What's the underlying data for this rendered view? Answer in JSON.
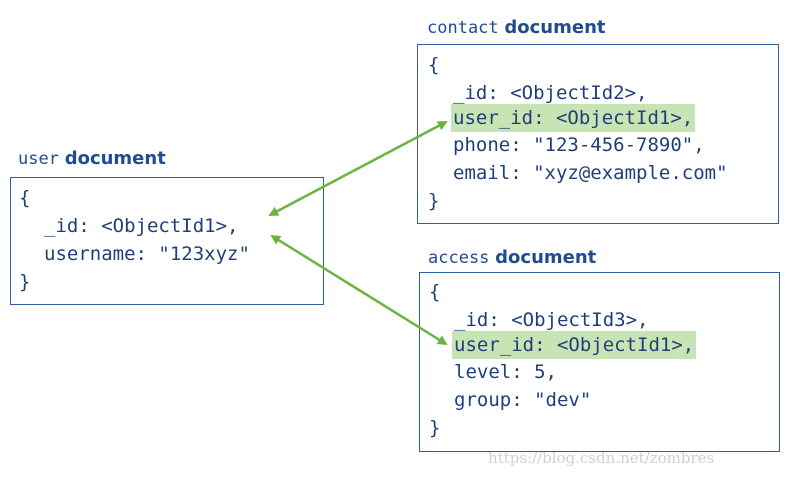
{
  "user_doc": {
    "title_kw": "user",
    "title_word": "document",
    "brace_open": "{",
    "lines": [
      "_id: <ObjectId1>,",
      "username: \"123xyz\""
    ],
    "brace_close": "}"
  },
  "contact_doc": {
    "title_kw": "contact",
    "title_word": "document",
    "brace_open": "{",
    "lines": [
      "_id: <ObjectId2>,",
      "user_id: <ObjectId1>,",
      "phone: \"123-456-7890\",",
      "email: \"xyz@example.com\""
    ],
    "brace_close": "}"
  },
  "access_doc": {
    "title_kw": "access",
    "title_word": "document",
    "brace_open": "{",
    "lines": [
      "_id: <ObjectId3>,",
      "user_id: <ObjectId1>,",
      "level: 5,",
      "group: \"dev\""
    ],
    "brace_close": "}"
  },
  "colors": {
    "box_border": "#2f5fa3",
    "text": "#1f3f7a",
    "highlight": "#c8e3b4",
    "arrow": "#6db33f"
  },
  "watermark": "https://blog.csdn.net/zombres"
}
